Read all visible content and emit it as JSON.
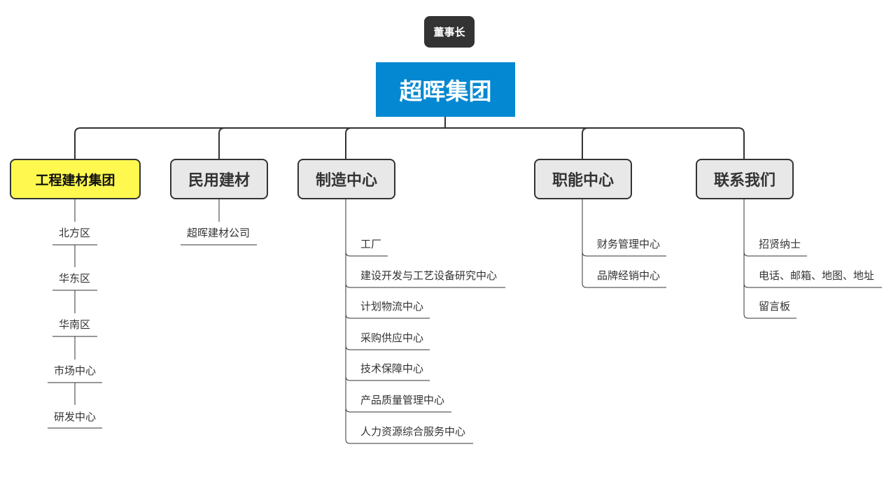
{
  "chairman": "董事长",
  "root": "超晖集团",
  "branches": [
    {
      "label": "工程建材集团",
      "color": "#fff94f",
      "children": [
        "北方区",
        "华东区",
        "华南区",
        "市场中心",
        "研发中心"
      ]
    },
    {
      "label": "民用建材",
      "color": "#e8e8e8",
      "children": [
        "超晖建材公司"
      ]
    },
    {
      "label": "制造中心",
      "color": "#e8e8e8",
      "children": [
        "工厂",
        "建设开发与工艺设备研究中心",
        "计划物流中心",
        "采购供应中心",
        "技术保障中心",
        "产品质量管理中心",
        "人力资源综合服务中心"
      ]
    },
    {
      "label": "职能中心",
      "color": "#e8e8e8",
      "children": [
        "财务管理中心",
        "品牌经销中心"
      ]
    },
    {
      "label": "联系我们",
      "color": "#e8e8e8",
      "children": [
        "招贤纳士",
        "电话、邮箱、地图、地址",
        "留言板"
      ]
    }
  ],
  "colors": {
    "root": "#0488d1",
    "chairman": "#333333",
    "line": "#333333",
    "text": "#333333"
  }
}
